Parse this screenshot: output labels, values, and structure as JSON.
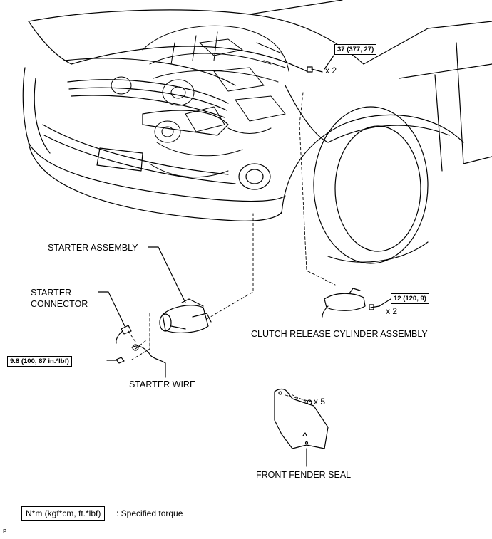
{
  "labels": {
    "starter_assembly": "STARTER ASSEMBLY",
    "starter_connector_line1": "STARTER",
    "starter_connector_line2": "CONNECTOR",
    "starter_wire": "STARTER WIRE",
    "clutch_release": "CLUTCH RELEASE CYLINDER ASSEMBLY",
    "front_fender_seal": "FRONT FENDER SEAL"
  },
  "torques": {
    "top": "37 (377, 27)",
    "clutch": "12 (120, 9)",
    "nut": "9.8 (100, 87 in.*lbf)"
  },
  "quantities": {
    "top": "x 2",
    "clutch": "x 2",
    "seal": "x 5"
  },
  "legend": {
    "box": "N*m (kgf*cm, ft.*lbf)",
    "text": ": Specified torque"
  },
  "code": "P"
}
